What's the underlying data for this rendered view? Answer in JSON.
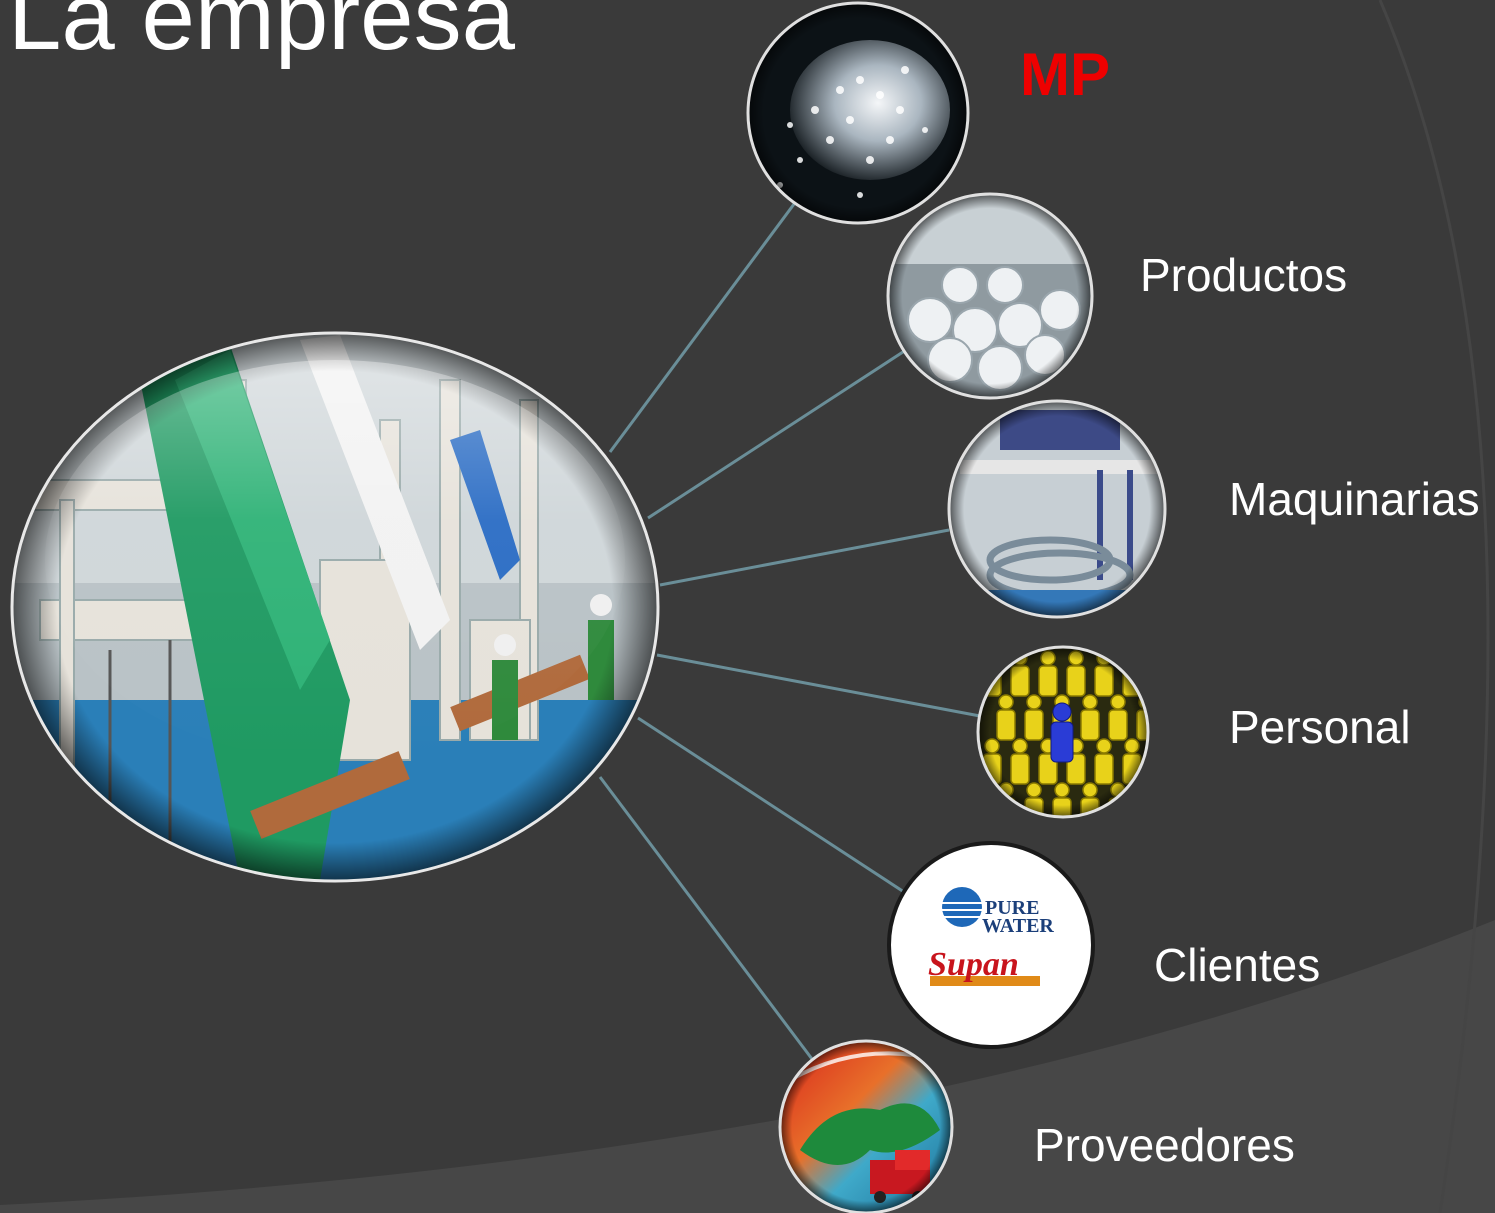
{
  "slide": {
    "title": "La empresa",
    "items": [
      {
        "label": "MP",
        "image": "plastic-pellets",
        "accent": "#ee0000"
      },
      {
        "label": "Productos",
        "image": "product-rolls-warehouse"
      },
      {
        "label": "Maquinarias",
        "image": "extrusion-machinery"
      },
      {
        "label": "Personal",
        "image": "people-crowd"
      },
      {
        "label": "Clientes",
        "image": "client-logos"
      },
      {
        "label": "Proveedores",
        "image": "suppliers-map-truck"
      }
    ],
    "client_logos": {
      "logo1_line1": "PURE",
      "logo1_line2": "WATER",
      "logo2": "Supan"
    }
  },
  "colors": {
    "background": "#3a3a3a",
    "swoosh": "#4a4a4a",
    "connector": "#6a8e98",
    "text": "#ffffff",
    "accent": "#ee0000"
  }
}
